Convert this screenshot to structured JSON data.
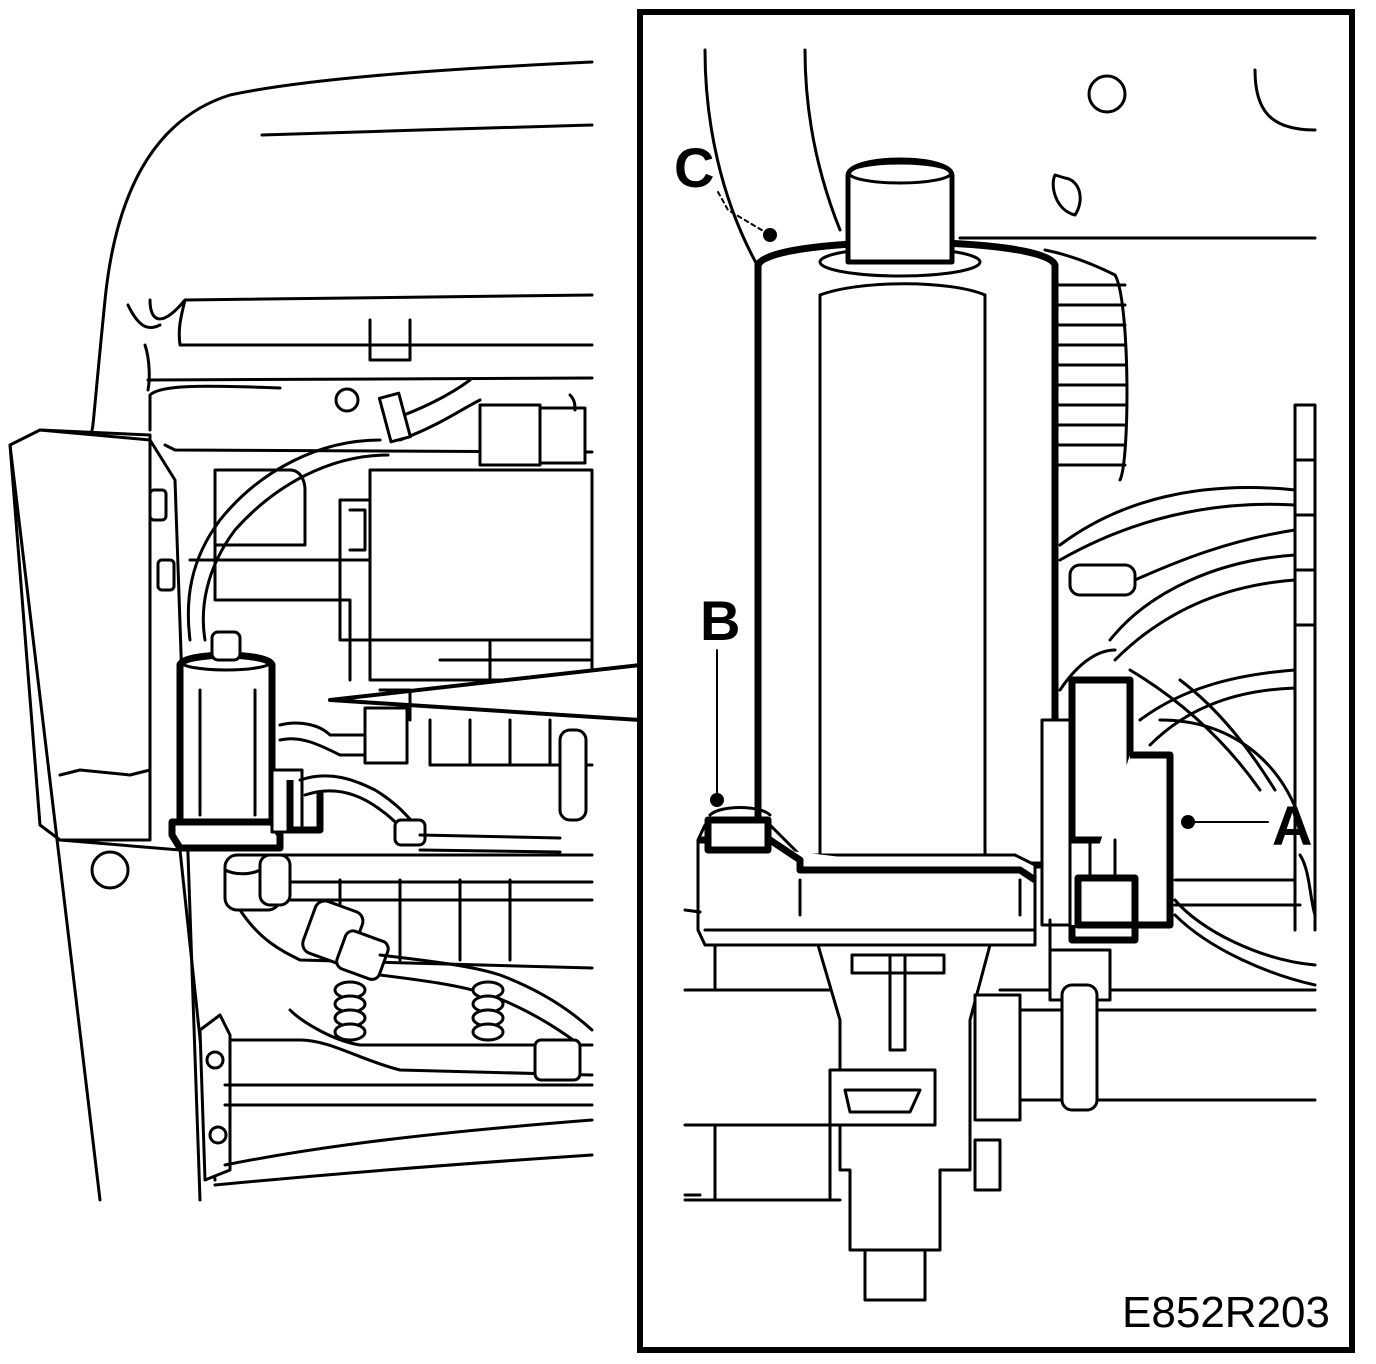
{
  "figure": {
    "id_label": "E852R203",
    "colors": {
      "line": "#000000",
      "background": "#ffffff"
    }
  },
  "callouts": {
    "a": "A",
    "b": "B",
    "c": "C"
  }
}
